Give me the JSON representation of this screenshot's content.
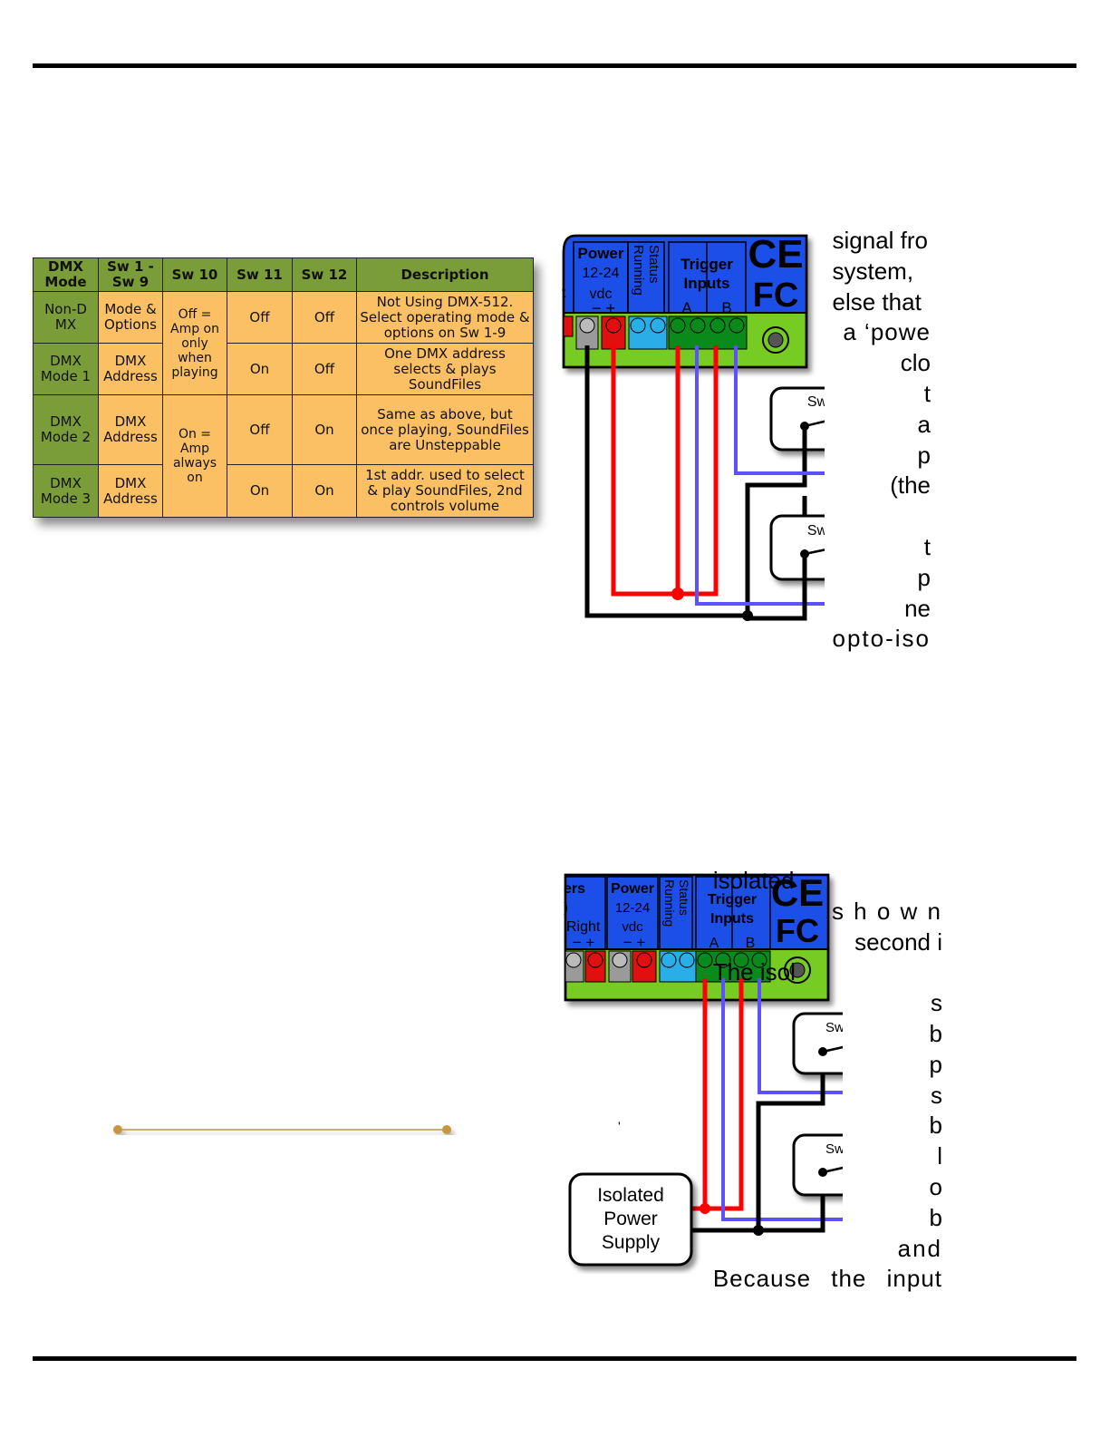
{
  "table": {
    "headers": [
      "DMX Mode",
      "Sw 1 - Sw 9",
      "Sw 10",
      "Sw 11",
      "Sw 12",
      "Description"
    ],
    "rows": [
      {
        "mode": "Non-D MX",
        "sw1_9": "Mode & Options",
        "sw11": "Off",
        "sw12": "Off",
        "desc": "Not Using DMX-512. Select operating mode & options on Sw 1-9"
      },
      {
        "mode": "DMX Mode 1",
        "sw1_9": "DMX Address",
        "sw11": "On",
        "sw12": "Off",
        "desc": "One DMX address selects & plays SoundFiles"
      },
      {
        "mode": "DMX Mode 2",
        "sw1_9": "DMX Address",
        "sw11": "Off",
        "sw12": "On",
        "desc": "Same as above, but once playing, SoundFiles are Unsteppable"
      },
      {
        "mode": "DMX Mode 3",
        "sw1_9": "DMX Address",
        "sw11": "On",
        "sw12": "On",
        "desc": "1st addr. used to select & play SoundFiles, 2nd controls volume"
      }
    ],
    "sw10_top": "Off = Amp on only when playing",
    "sw10_bottom": "On = Amp always on"
  },
  "diagram1": {
    "labels": {
      "power": "Power",
      "voltage": "12-24",
      "vdc": "vdc",
      "polarity": "− +",
      "running": "Running",
      "status": "Status",
      "trigger": "Trigger",
      "inputs": "Inputs",
      "a": "A",
      "b": "B",
      "ce": "CE",
      "fc": "FC",
      "edge": "t"
    },
    "switch_b": "Switch 'B'",
    "switch_a": "Switch 'A'"
  },
  "diagram2": {
    "labels": {
      "speakers": "ers",
      "paren": ")",
      "right": "Right",
      "spk_polarity": "− +",
      "power": "Power",
      "voltage": "12-24",
      "vdc": "vdc",
      "polarity": "− +",
      "running": "Running",
      "status": "Status",
      "trigger": "Trigger",
      "inputs": "Inputs",
      "a": "A",
      "b": "B",
      "ce": "CE",
      "fc": "FC",
      "mark": "'"
    },
    "switch_b": "Switch 'B'",
    "switch_a": "Switch 'A'",
    "supply": [
      "Isolated",
      "Power",
      "Supply"
    ]
  },
  "text1": [
    "signal fro",
    "system,",
    "else that",
    "a ‘powe",
    "clo",
    "t",
    "a",
    "p",
    "(the",
    "",
    "t",
    "p",
    "ne",
    "opto-iso"
  ],
  "text2": [
    "isolated",
    "s h o w n",
    "second i",
    "The isol",
    "s",
    "b",
    "p",
    "s",
    "b",
    "l",
    "o",
    "b",
    "and",
    "Because the input"
  ]
}
